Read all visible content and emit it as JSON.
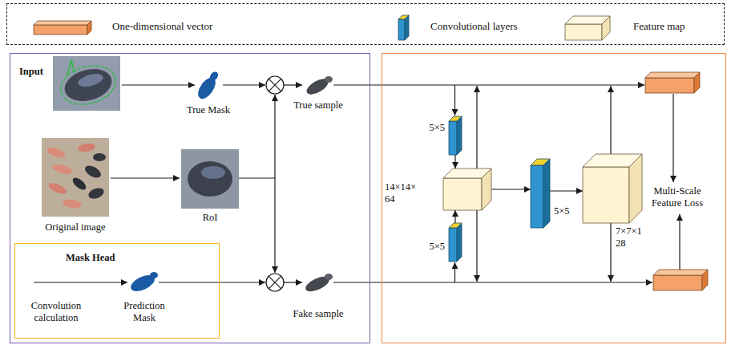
{
  "diagram": {
    "nodes": [
      {
        "text": [
          "Input",
          "True Mask",
          "True sample",
          "Original image",
          "RoI",
          "Fake sample"
        ]
      },
      {
        "text": [
          "Mask Head",
          "Convolution calculation",
          "Prediction Mask"
        ],
        "in": 0
      },
      {
        "text": [
          "Multi-Scale Feature Loss"
        ]
      },
      {
        "text": [
          "5×5"
        ],
        "in": 2
      },
      {
        "text": [
          "14×14× 64"
        ],
        "in": 2
      },
      {
        "text": [
          "5×5"
        ],
        "in": 2
      },
      {
        "text": [
          "5×5"
        ],
        "in": 2
      },
      {
        "text": [
          "7×7×1 28"
        ],
        "in": 2
      }
    ],
    "edges": [
      {
        "from": 3,
        "to": 4,
        "arrow": "to"
      },
      {
        "from": 5,
        "to": 4,
        "arrow": "to"
      },
      {
        "from": 4,
        "to": 6,
        "arrow": "to"
      },
      {
        "from": 6,
        "to": 7,
        "arrow": "to"
      }
    ],
    "legend": [
      {
        "text": "One-dimensional vector"
      },
      {
        "text": "Convolutional layers"
      },
      {
        "text": "Feature map"
      }
    ]
  }
}
